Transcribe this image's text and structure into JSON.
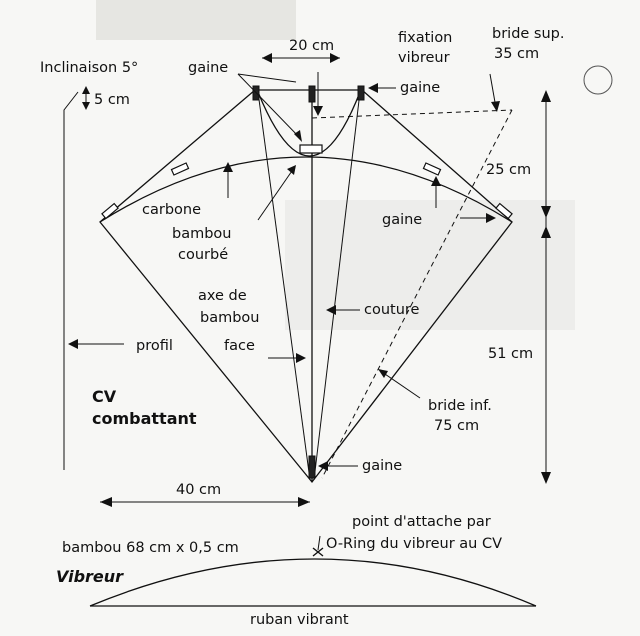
{
  "labels": {
    "width_top": "20 cm",
    "fixation_line1": "fixation",
    "fixation_line2": "vibreur",
    "bride_sup_line1": "bride sup.",
    "bride_sup_line2": "35 cm",
    "inclinaison": "Inclinaison 5°",
    "cm5": "5 cm",
    "gaine_top_left": "gaine",
    "gaine_top_right": "gaine",
    "cm25": "25 cm",
    "carbone": "carbone",
    "bambou_courbe_line1": "bambou",
    "bambou_courbe_line2": "courbé",
    "gaine_right": "gaine",
    "axe_line1": "axe de",
    "axe_line2": "bambou",
    "couture": "couture",
    "profil": "profil",
    "face": "face",
    "cm51": "51 cm",
    "cv_line1": "CV",
    "cv_line2": "combattant",
    "bride_inf_line1": "bride inf.",
    "bride_inf_line2": "75 cm",
    "gaine_bottom": "gaine",
    "cm40": "40 cm",
    "point_attache_line1": "point d'attache par",
    "point_attache_line2": "O-Ring du vibreur au CV",
    "bambou_size": "bambou 68 cm x 0,5 cm",
    "vibreur": "Vibreur",
    "ruban": "ruban vibrant"
  },
  "colors": {
    "ink": "#111111",
    "paper": "#f7f7f5"
  }
}
